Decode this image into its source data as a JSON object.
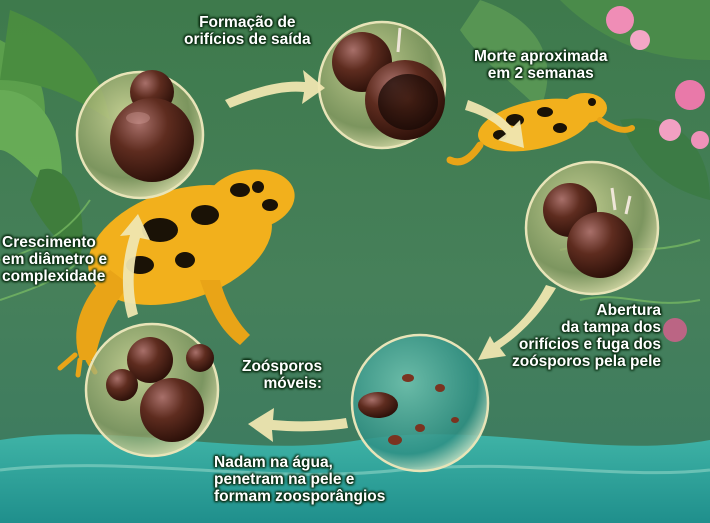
{
  "labels": {
    "orifices": [
      "Formação de",
      "orifícios de saída"
    ],
    "death": [
      "Morte aproximada",
      "em 2 semanas"
    ],
    "growth": [
      "Crescimento",
      "em diâmetro e",
      "complexidade"
    ],
    "opening": [
      "Abertura",
      "da tampa dos",
      "orifícios e fuga dos",
      "zoósporos pela pele"
    ],
    "mobile": [
      "Zoósporos",
      "móveis:"
    ],
    "swim": [
      "Nadam na água,",
      "penetram na pele e",
      "formam zoosporângios"
    ]
  },
  "colors": {
    "frog_yellow": "#f2b01c",
    "frog_black": "#1a1206",
    "sporangium": "#5a2a1a",
    "arrow": "#efe6b0",
    "water": "#2aa6a2",
    "foliage": "#2f6b3a"
  }
}
